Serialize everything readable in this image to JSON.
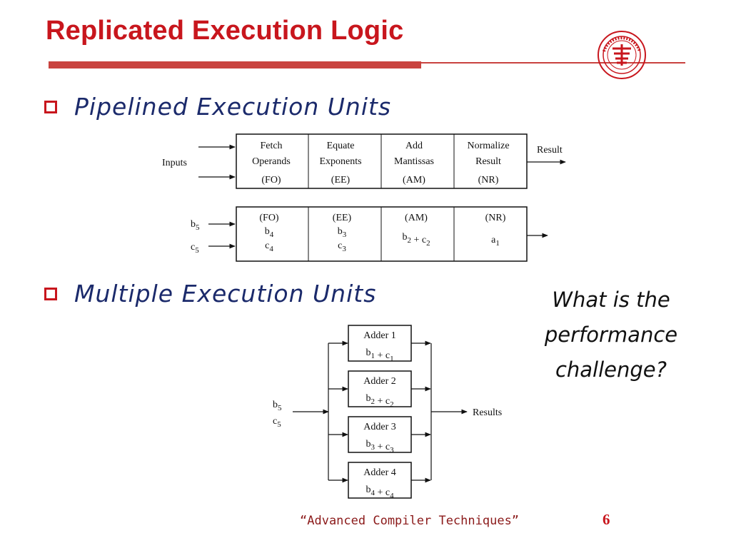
{
  "title": "Replicated Execution Logic",
  "bullets": {
    "pipelined": "Pipelined Execution Units",
    "multiple": "Multiple Execution Units"
  },
  "question": {
    "line1": "What is the",
    "line2": "performance",
    "line3": "challenge?"
  },
  "pipeline": {
    "inputs_label": "Inputs",
    "result_label": "Result",
    "stages": [
      {
        "line1": "Fetch",
        "line2": "Operands",
        "abbr": "(FO)",
        "item": "b4",
        "item2": "c4"
      },
      {
        "line1": "Equate",
        "line2": "Exponents",
        "abbr": "(EE)",
        "item": "b3",
        "item2": "c3"
      },
      {
        "line1": "Add",
        "line2": "Mantissas",
        "abbr": "(AM)",
        "item": "b2 + c2"
      },
      {
        "line1": "Normalize",
        "line2": "Result",
        "abbr": "(NR)",
        "item": "a1"
      }
    ],
    "inputs_next": {
      "b": "b5",
      "c": "c5"
    }
  },
  "multiple": {
    "inputs": {
      "b": "b5",
      "c": "c5"
    },
    "results_label": "Results",
    "adders": [
      {
        "name": "Adder 1",
        "op": "b1 + c1"
      },
      {
        "name": "Adder 2",
        "op": "b2 + c2"
      },
      {
        "name": "Adder 3",
        "op": "b3 + c3"
      },
      {
        "name": "Adder 4",
        "op": "b4 + c4"
      }
    ]
  },
  "footer": "“Advanced Compiler Techniques”",
  "page_number": "6",
  "colors": {
    "accent": "#c8161d",
    "bar": "#c9433f",
    "bullet_text": "#1b2a6b"
  }
}
